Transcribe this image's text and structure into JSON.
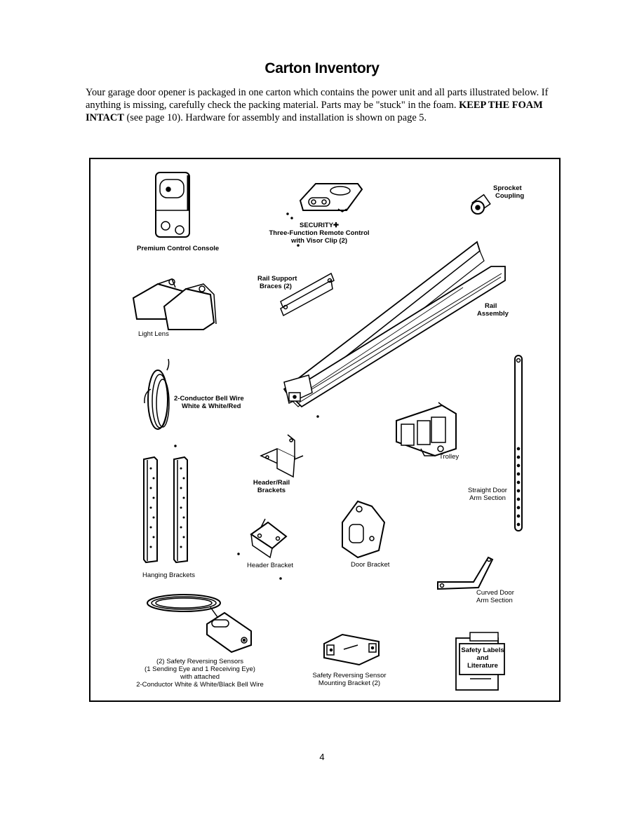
{
  "title": "Carton Inventory",
  "intro": {
    "part1": "Your garage door opener is packaged in one carton which contains the power unit and all parts illustrated below. If anything is missing, carefully check the packing material. Parts may be \"stuck\" in the foam. ",
    "bold1": "KEEP THE FOAM INTACT",
    "part2": " (see page 10). Hardware for assembly and installation is shown on page 5."
  },
  "parts": {
    "console": "Premium Control Console",
    "remote_line1": "SECURITY✚",
    "remote_line2": "Three-Function Remote Control",
    "remote_line3": "with Visor Clip (2)",
    "sprocket_line1": "Sprocket",
    "sprocket_line2": "Coupling",
    "braces_line1": "Rail Support",
    "braces_line2": "Braces (2)",
    "rail_line1": "Rail",
    "rail_line2": "Assembly",
    "lens": "Light Lens",
    "wire_line1": "2-Conductor Bell Wire",
    "wire_line2": "White & White/Red",
    "trolley": "Trolley",
    "header_rail_line1": "Header/Rail",
    "header_rail_line2": "Brackets",
    "straight_line1": "Straight Door",
    "straight_line2": "Arm Section",
    "header_bracket": "Header Bracket",
    "door_bracket": "Door Bracket",
    "hanging": "Hanging Brackets",
    "curved_line1": "Curved Door",
    "curved_line2": "Arm Section",
    "sensors_line1": "(2) Safety Reversing Sensors",
    "sensors_line2": "(1 Sending Eye and 1 Receiving Eye)",
    "sensors_line3": "with attached",
    "sensors_line4": "2-Conductor White & White/Black Bell Wire",
    "sensor_bracket_line1": "Safety Reversing Sensor",
    "sensor_bracket_line2": "Mounting Bracket (2)",
    "literature_line1": "Safety Labels",
    "literature_line2": "and",
    "literature_line3": "Literature"
  },
  "page_number": "4"
}
